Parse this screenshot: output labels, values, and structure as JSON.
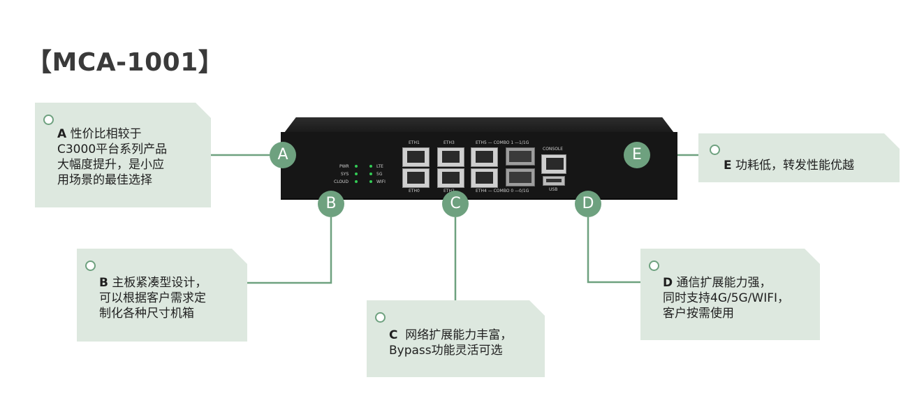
{
  "title": "【MCA-1001】",
  "device": {
    "led_labels": [
      "PWR",
      "SYS",
      "CLOUD",
      "LTE",
      "5G",
      "WIFI"
    ],
    "port_labels": [
      "ETH1",
      "ETH3",
      "ETH5 — COMBO 1 —1/1G",
      "CONSOLE",
      "ETH0",
      "ETH2",
      "ETH4 — COMBO 0 —0/1G",
      "USB"
    ]
  },
  "markers": [
    "A",
    "B",
    "C",
    "D",
    "E"
  ],
  "callouts": {
    "A": {
      "key": "A",
      "lines": [
        "性价比相较于",
        "C3000平台系列产品",
        "大幅度提升，是小应",
        "用场景的最佳选择"
      ]
    },
    "B": {
      "key": "B",
      "lines": [
        "主板紧凑型设计，",
        "可以根据客户需求定",
        "制化各种尺寸机箱"
      ]
    },
    "C": {
      "key": "C",
      "lines": [
        "网络扩展能力丰富，",
        "Bypass功能灵活可选"
      ]
    },
    "D": {
      "key": "D",
      "lines": [
        "通信扩展能力强，",
        "同时支持4G/5G/WIFI，",
        "客户按需使用"
      ]
    },
    "E": {
      "key": "E",
      "lines": [
        "功耗低，转发性能优越"
      ]
    }
  },
  "colors": {
    "accent": "#6ea17f",
    "card": "#dde8df",
    "title": "#3a3a3a"
  }
}
